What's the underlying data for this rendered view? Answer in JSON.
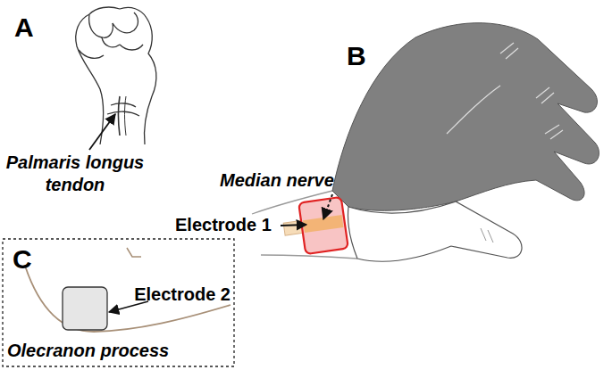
{
  "diagram": {
    "labels": [
      "A",
      "Palmaris longus tendon",
      "B",
      "Median nerve",
      "Electrode 1",
      "C",
      "Electrode 2",
      "Olecranon process"
    ]
  }
}
